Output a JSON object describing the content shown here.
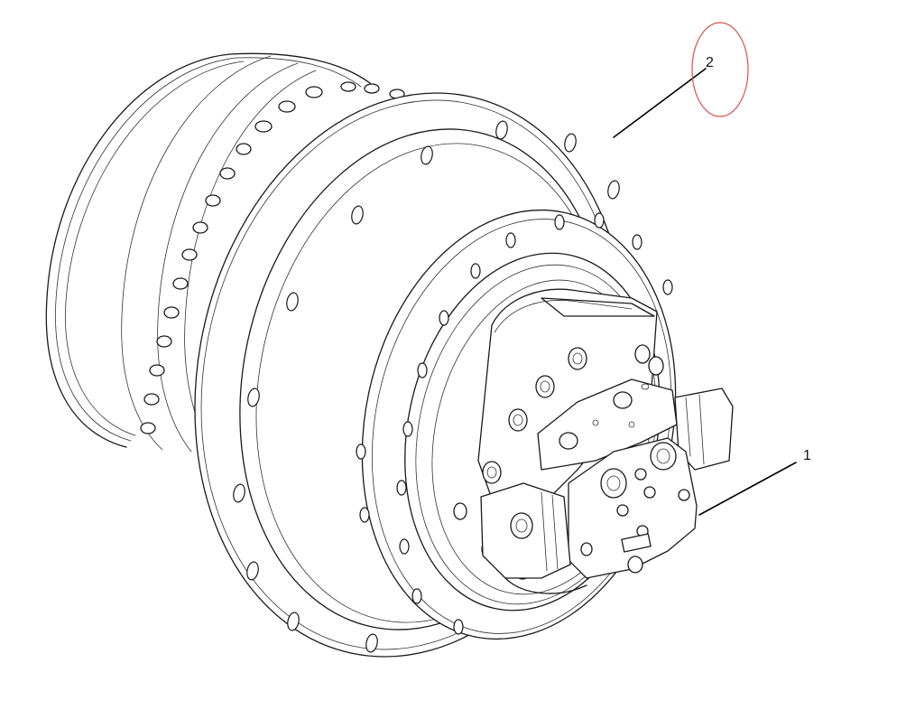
{
  "callouts": [
    {
      "label": "2",
      "highlighted": true
    },
    {
      "label": "1",
      "highlighted": false
    }
  ],
  "colors": {
    "line": "#1a1a1a",
    "highlight_ring": "#d9534f",
    "background": "#ffffff"
  },
  "parts": {
    "assembly": "final-drive",
    "sub_assembly": "hydraulic-travel-motor"
  }
}
